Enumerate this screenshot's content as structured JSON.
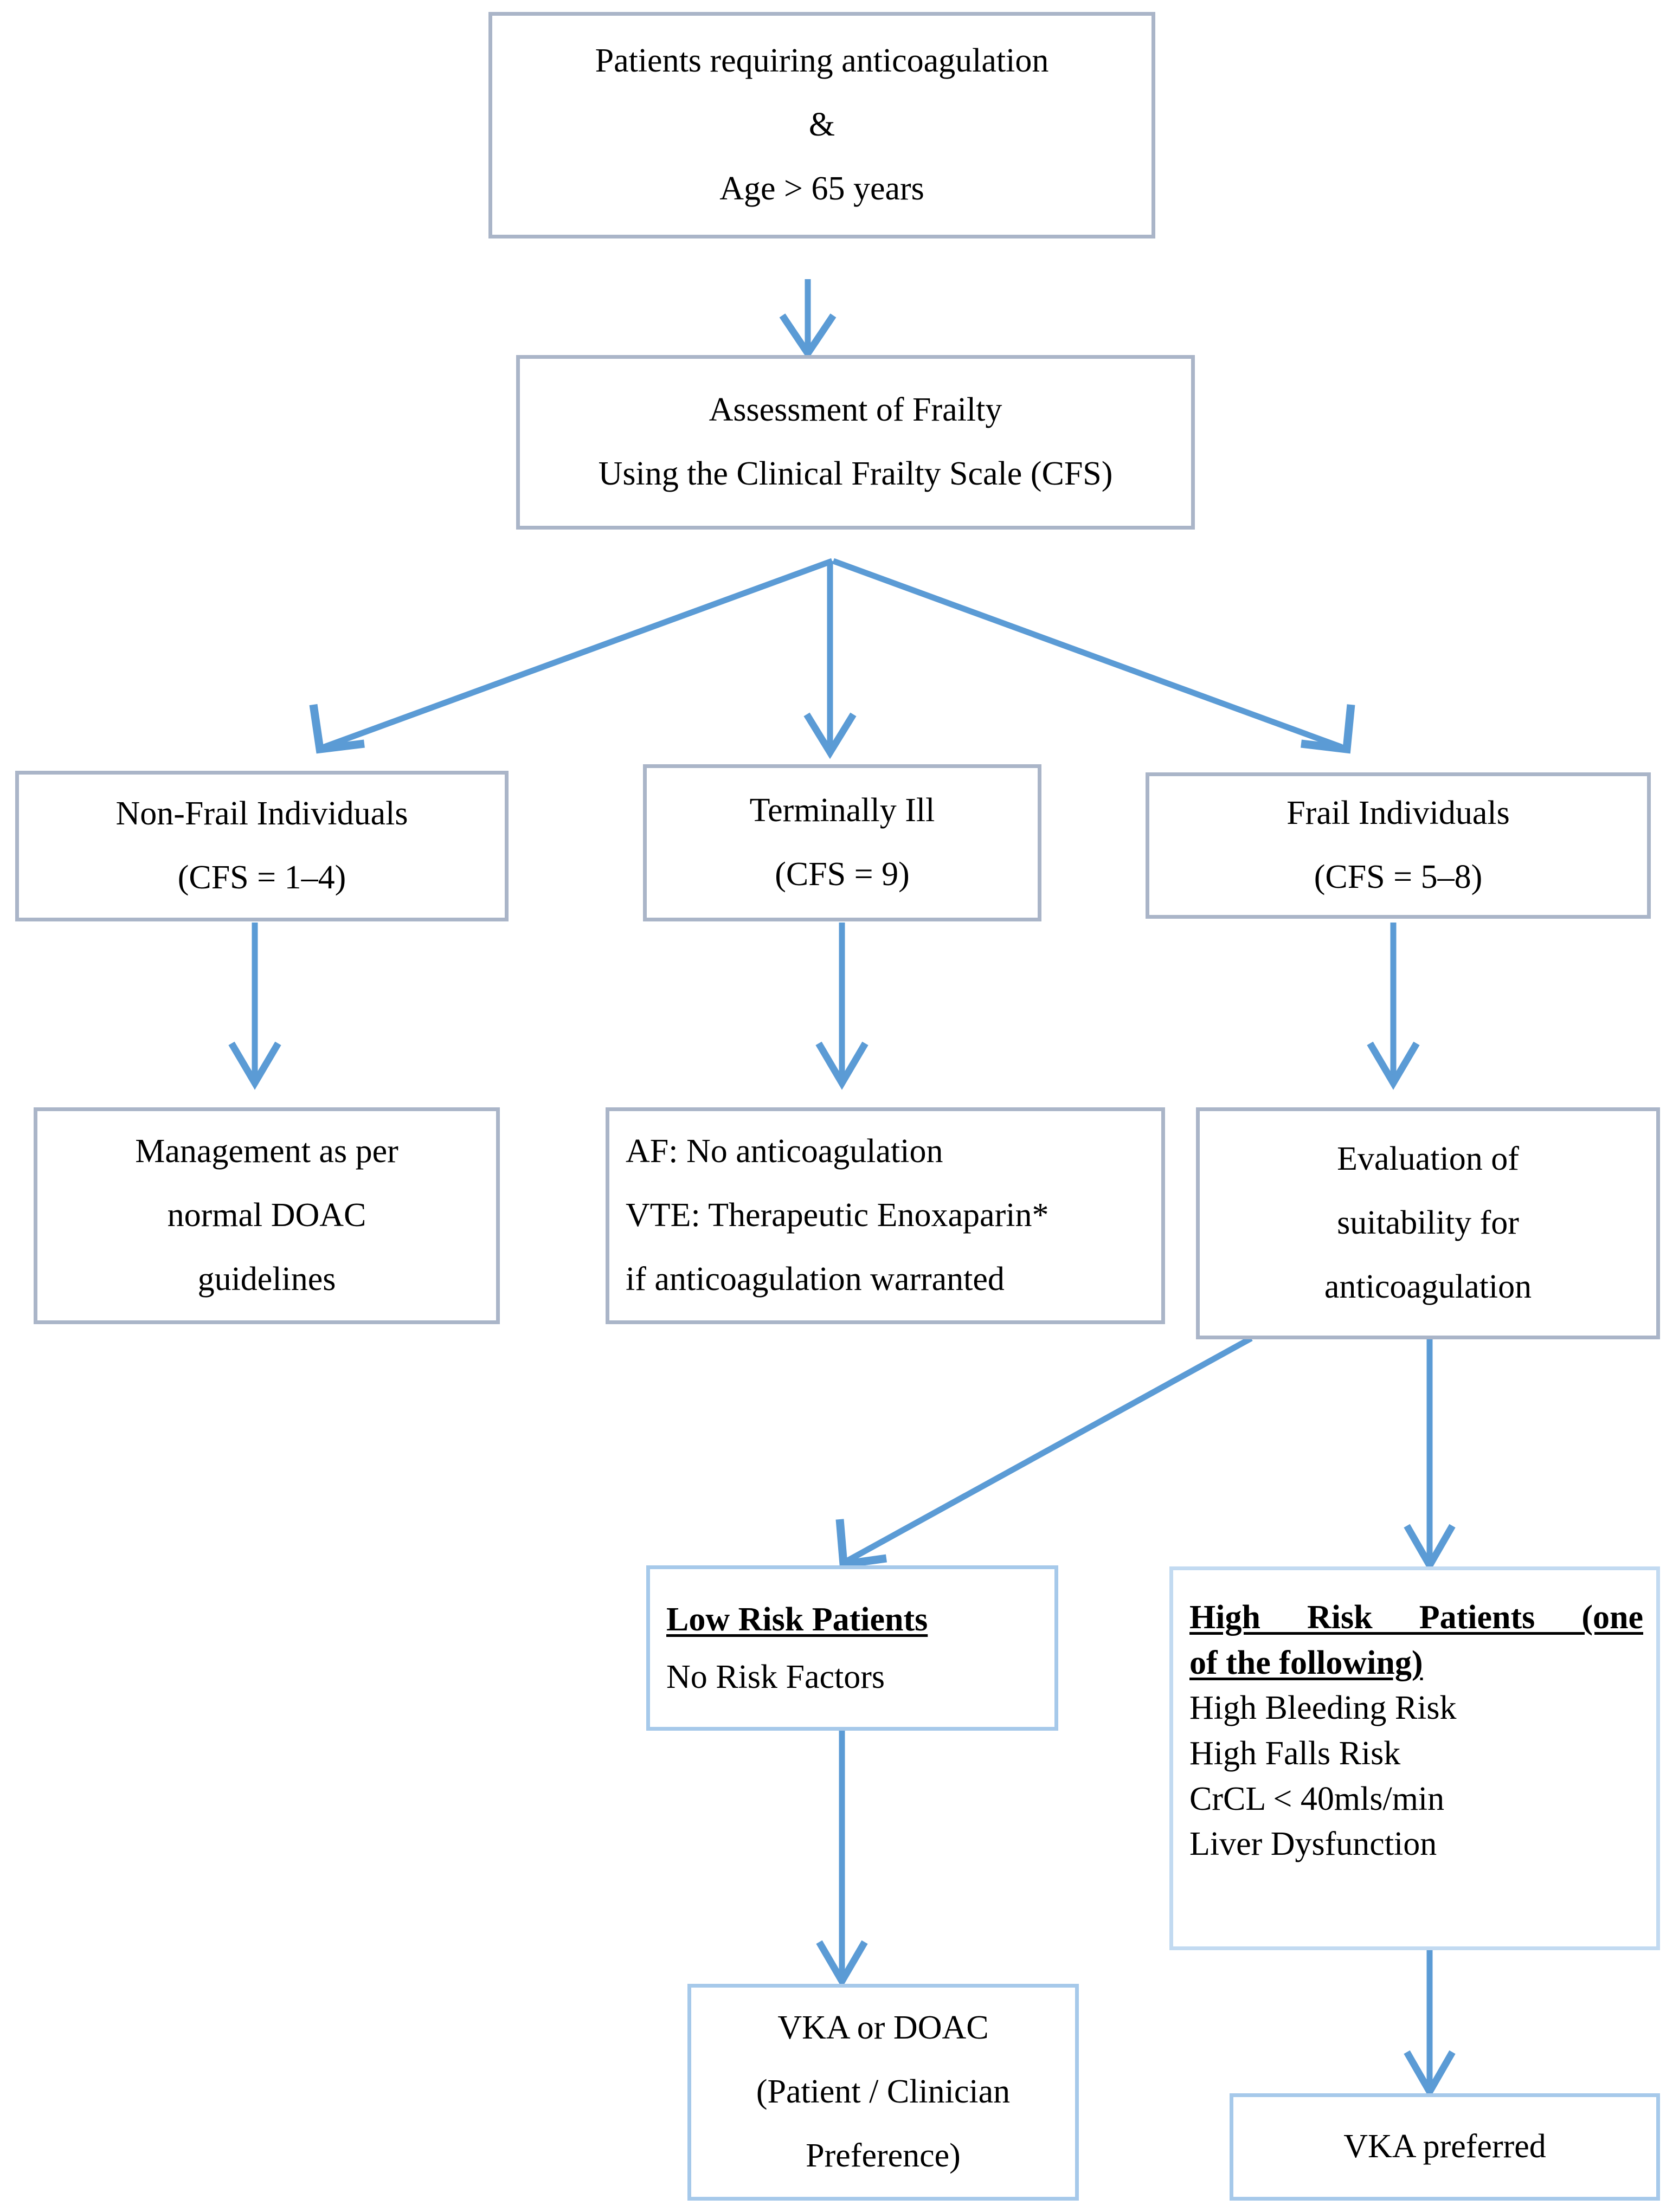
{
  "diagram": {
    "title": "Anticoagulation in frail older patients decision flowchart",
    "accent_arrow_color": "#5b9bd5",
    "box_border_gray": "#aab5c8",
    "box_border_blue": "#a6c9ea",
    "box_border_blue_light": "#c2daf1"
  },
  "nodes": {
    "start": {
      "lines": [
        "Patients requiring anticoagulation",
        "&",
        "Age > 65 years"
      ]
    },
    "assessment": {
      "lines": [
        "Assessment of Frailty",
        "Using the Clinical Frailty Scale (CFS)"
      ]
    },
    "non_frail": {
      "lines": [
        "Non-Frail Individuals",
        "(CFS = 1–4)"
      ]
    },
    "terminally_ill": {
      "lines": [
        "Terminally Ill",
        "(CFS = 9)"
      ]
    },
    "frail": {
      "lines": [
        "Frail Individuals",
        "(CFS = 5–8)"
      ]
    },
    "normal_doac": {
      "lines": [
        "Management as per",
        "normal DOAC",
        "guidelines"
      ]
    },
    "terminal_mgmt": {
      "lines": [
        "AF: No anticoagulation",
        "VTE: Therapeutic Enoxaparin*",
        "if anticoagulation warranted"
      ]
    },
    "evaluation": {
      "lines": [
        "Evaluation of",
        "suitability for",
        "anticoagulation"
      ]
    },
    "low_risk": {
      "heading": "Low Risk Patients",
      "lines": [
        "No Risk Factors"
      ]
    },
    "high_risk": {
      "heading_line1": "High  Risk  Patients  (one",
      "heading_line2": "of the following)",
      "lines": [
        "High Bleeding Risk",
        "High Falls Risk",
        "CrCL < 40mls/min",
        "Liver Dysfunction"
      ]
    },
    "vka_or_doac": {
      "lines": [
        "VKA or DOAC",
        "(Patient / Clinician",
        "Preference)"
      ]
    },
    "vka_preferred": {
      "lines": [
        "VKA preferred"
      ]
    }
  }
}
